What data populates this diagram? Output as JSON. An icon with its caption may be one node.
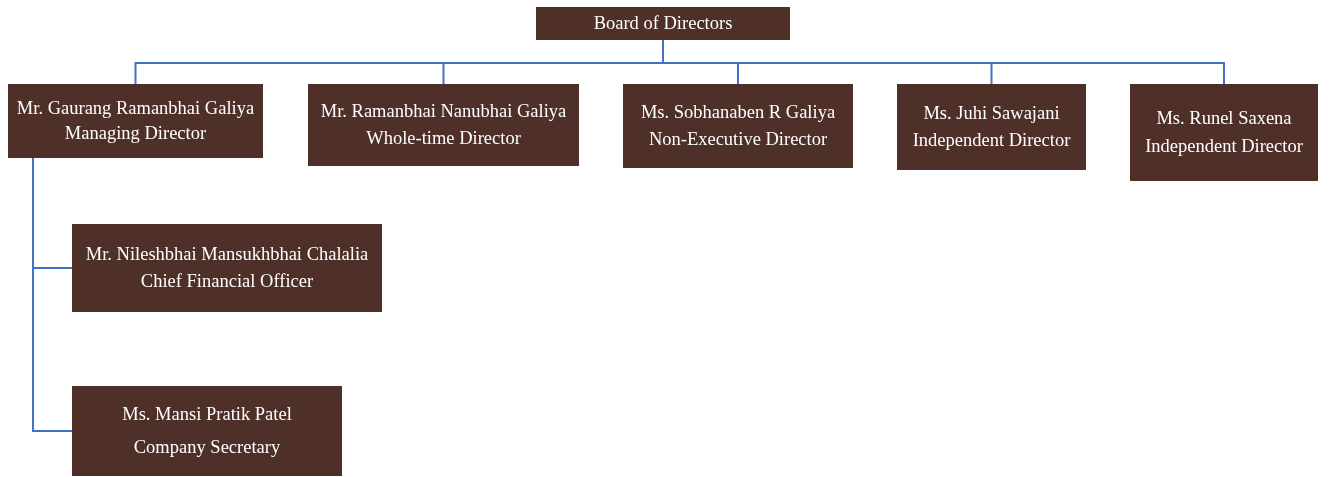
{
  "diagram": {
    "nodes": [
      {
        "text": [
          "Board of Directors"
        ]
      },
      {
        "text": [
          "Mr. Gaurang Ramanbhai Galiya",
          "Managing Director"
        ]
      },
      {
        "text": [
          "Mr. Ramanbhai Nanubhai Galiya",
          "Whole-time Director"
        ]
      },
      {
        "text": [
          "Ms. Sobhanaben R Galiya",
          "Non-Executive Director"
        ]
      },
      {
        "text": [
          "Ms. Juhi Sawajani",
          "Independent Director"
        ]
      },
      {
        "text": [
          "Ms. Runel Saxena",
          "Independent Director"
        ]
      },
      {
        "text": [
          "Mr. Nileshbhai Mansukhbhai Chalalia",
          "Chief Financial Officer"
        ]
      },
      {
        "text": [
          "Ms. Mansi Pratik Patel",
          "Company Secretary"
        ]
      }
    ],
    "edges": [
      {
        "from": 0,
        "to": 1,
        "arrow": "none"
      },
      {
        "from": 0,
        "to": 2,
        "arrow": "none"
      },
      {
        "from": 0,
        "to": 3,
        "arrow": "none"
      },
      {
        "from": 0,
        "to": 4,
        "arrow": "none"
      },
      {
        "from": 0,
        "to": 5,
        "arrow": "none"
      },
      {
        "from": 1,
        "to": 6,
        "arrow": "none"
      },
      {
        "from": 1,
        "to": 7,
        "arrow": "none"
      }
    ]
  }
}
